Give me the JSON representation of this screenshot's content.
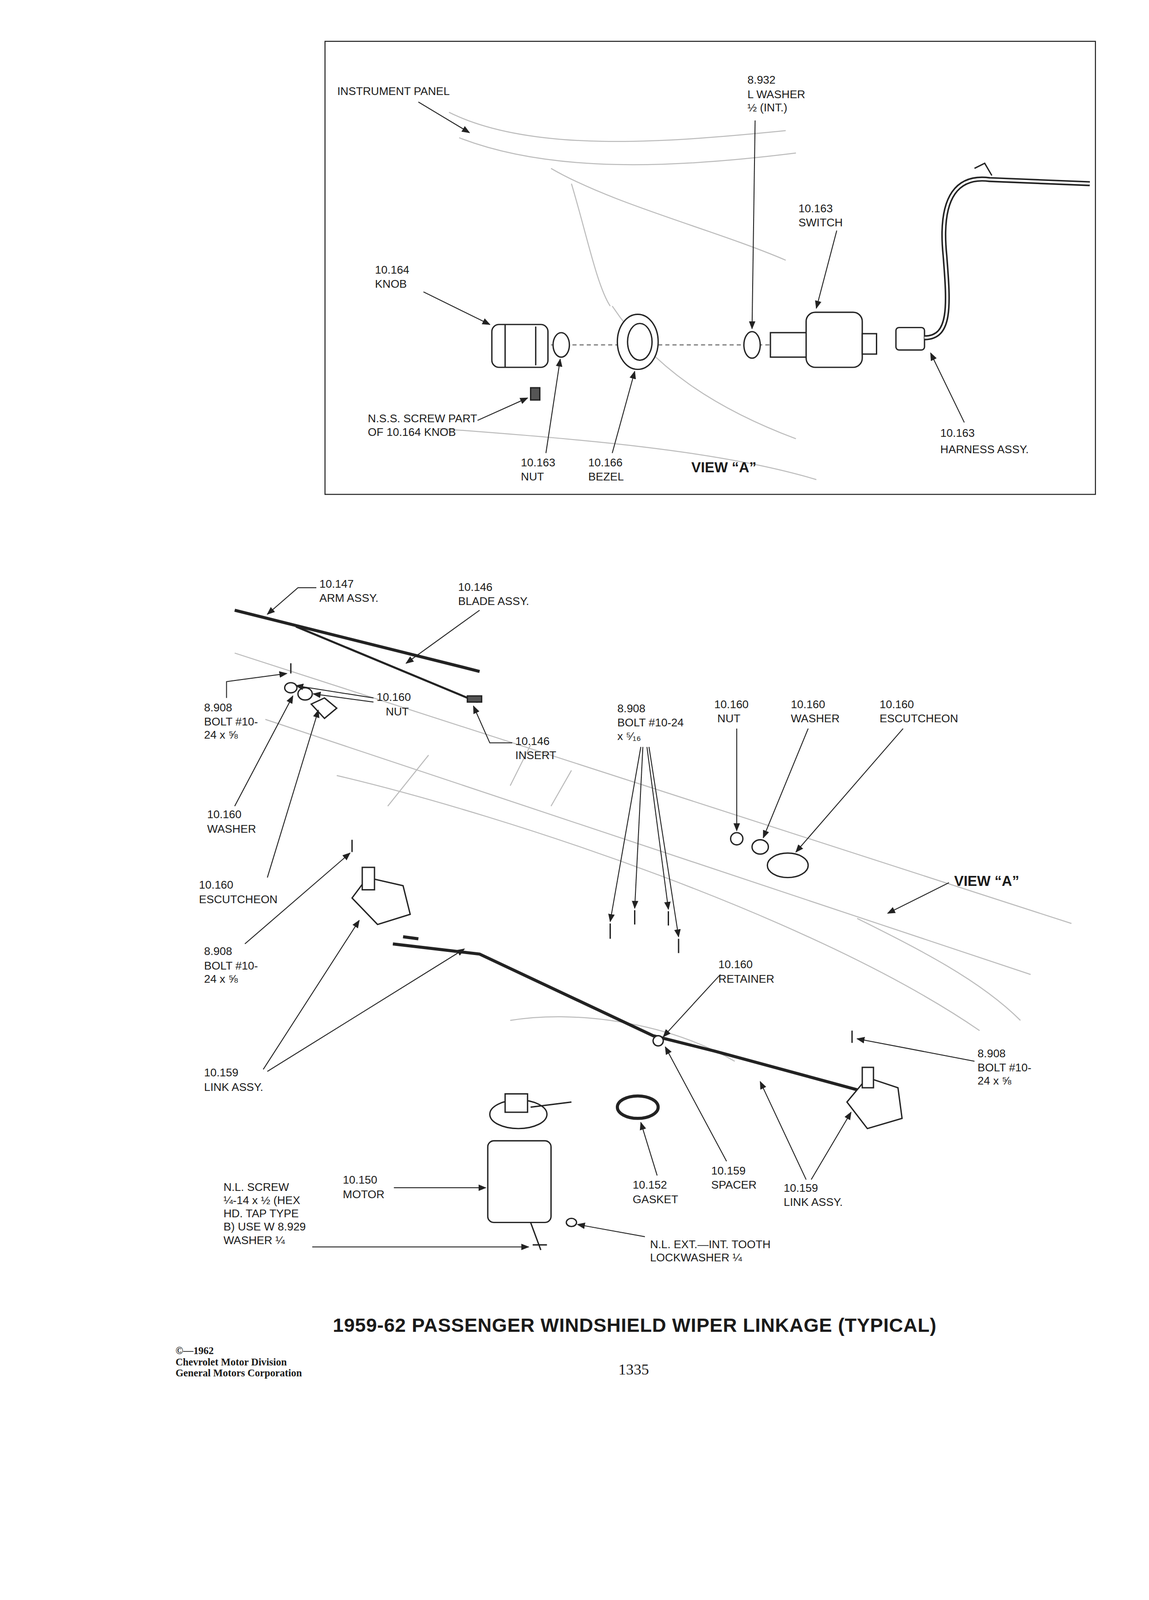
{
  "diagram": {
    "title": "1959-62 PASSENGER WINDSHIELD WIPER LINKAGE (TYPICAL)",
    "nodes": [
      {
        "text": [
          "INSTRUMENT PANEL",
          "8.932",
          "L WASHER ½ (INT.)",
          "10.163",
          "SWITCH",
          "10.164",
          "KNOB",
          "N.S.S. SCREW PART OF 10.164 KNOB",
          "10.163",
          "NUT",
          "10.166",
          "BEZEL",
          "VIEW “A”",
          "10.163",
          "HARNESS ASSY."
        ]
      }
    ],
    "labels": [
      "10.147",
      "ARM ASSY.",
      "10.146",
      "BLADE ASSY.",
      "8.908",
      "BOLT #10-24 x ⅝",
      "10.160",
      "NUT",
      "10.146",
      "INSERT",
      "8.908",
      "BOLT #10-24 x ⁵⁄₁₆",
      "10.160",
      "NUT",
      "10.160",
      "WASHER",
      "10.160",
      "ESCUTCHEON",
      "10.160",
      "WASHER",
      "10.160",
      "ESCUTCHEON",
      "VIEW “A”",
      "8.908",
      "BOLT #10-24 x ⅝",
      "10.160",
      "RETAINER",
      "8.908",
      "BOLT #10-24 x ⅝",
      "10.159",
      "LINK ASSY.",
      "10.150",
      "MOTOR",
      "N.L. SCREW ¼-14 x ½ (HEX HD. TAP TYPE B) USE W 8.929 WASHER ¼",
      "10.152",
      "GASKET",
      "10.159",
      "SPACER",
      "10.159",
      "LINK ASSY.",
      "N.L. EXT.—INT. TOOTH LOCKWASHER ¼",
      "©—1962",
      "Chevrolet Motor Division",
      "General Motors Corporation",
      "1335"
    ]
  }
}
